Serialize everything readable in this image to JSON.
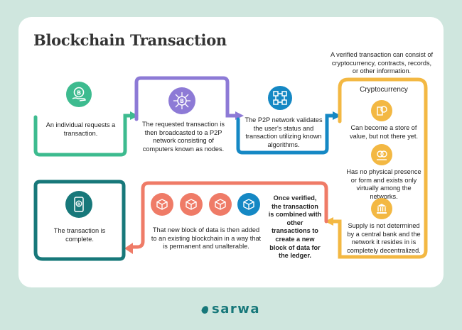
{
  "title": "Blockchain Transaction",
  "step1": "An individual requests a transaction.",
  "step2": "The requested transaction is then broadcasted to a P2P network consisting of computers known as nodes.",
  "step3": "The P2P network validates the user's status and transaction utilizing known algorithms.",
  "verified_note": "A verified transaction can consist of cryptocurrency, contracts, records, or other information.",
  "crypto_heading": "Cryptocurrency",
  "crypto_point1": "Can become a store of value, but not there yet.",
  "crypto_point2": "Has no physical presence or form and exists only virtually among the networks.",
  "crypto_point3": "Supply is not determined by a central bank and the network it resides in is completely decentralized.",
  "step5": "Once verified, the transaction is combined with other transactions to create a new block of data for the ledger.",
  "step6": "That new block of data is then added to an existing blockchain in a way that is permanent and unalterable.",
  "step7": "The transaction is complete.",
  "brand": "sarwa",
  "colors": {
    "green": "#3dbb8f",
    "purple": "#8d7ad6",
    "blue": "#1588c4",
    "yellow": "#f3b843",
    "salmon": "#ef7b67",
    "teal": "#17787a"
  }
}
